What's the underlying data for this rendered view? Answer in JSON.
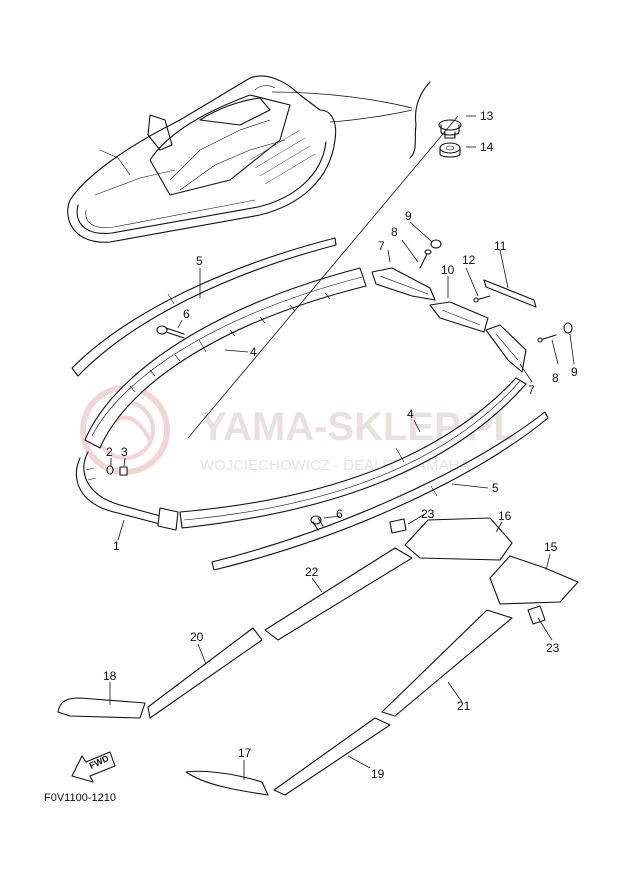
{
  "figure_code": "F0V1100-1210",
  "direction_label": "FWD",
  "watermark": {
    "title": "YAMA-SKLEP.PL",
    "subtitle": "WOJCIECHOWICZ - DEALER YAMAHA",
    "color": "#e8b4b4"
  },
  "callouts": [
    "1",
    "2",
    "3",
    "4",
    "4",
    "5",
    "5",
    "6",
    "6",
    "7",
    "7",
    "8",
    "8",
    "9",
    "9",
    "10",
    "11",
    "12",
    "13",
    "14",
    "15",
    "16",
    "17",
    "18",
    "19",
    "20",
    "21",
    "22",
    "23",
    "23"
  ]
}
